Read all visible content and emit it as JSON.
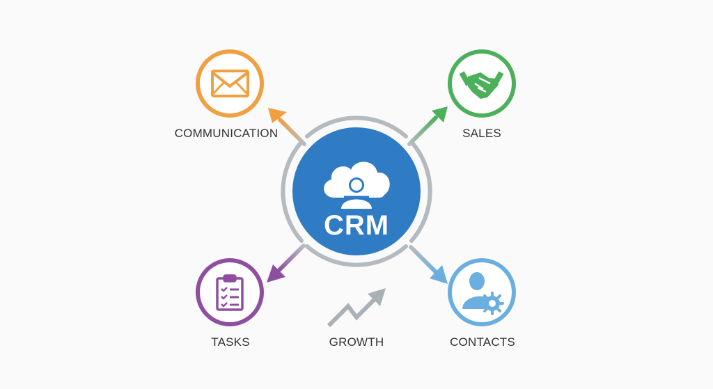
{
  "center": {
    "label": "CRM",
    "icon": "cloud-user-icon",
    "color": "#2f7bc4"
  },
  "nodes": [
    {
      "id": "communication",
      "label": "COMMUNICATION",
      "icon": "envelope-icon",
      "color": "#f0a040"
    },
    {
      "id": "sales",
      "label": "SALES",
      "icon": "handshake-icon",
      "color": "#4caf5a"
    },
    {
      "id": "tasks",
      "label": "TASKS",
      "icon": "clipboard-checklist-icon",
      "color": "#8e4fa0"
    },
    {
      "id": "contacts",
      "label": "CONTACTS",
      "icon": "user-gear-icon",
      "color": "#6aafdf"
    },
    {
      "id": "growth",
      "label": "GROWTH",
      "icon": "trend-arrow-icon",
      "color": "#a9b0b6"
    }
  ],
  "ring_color": "#b5babe"
}
